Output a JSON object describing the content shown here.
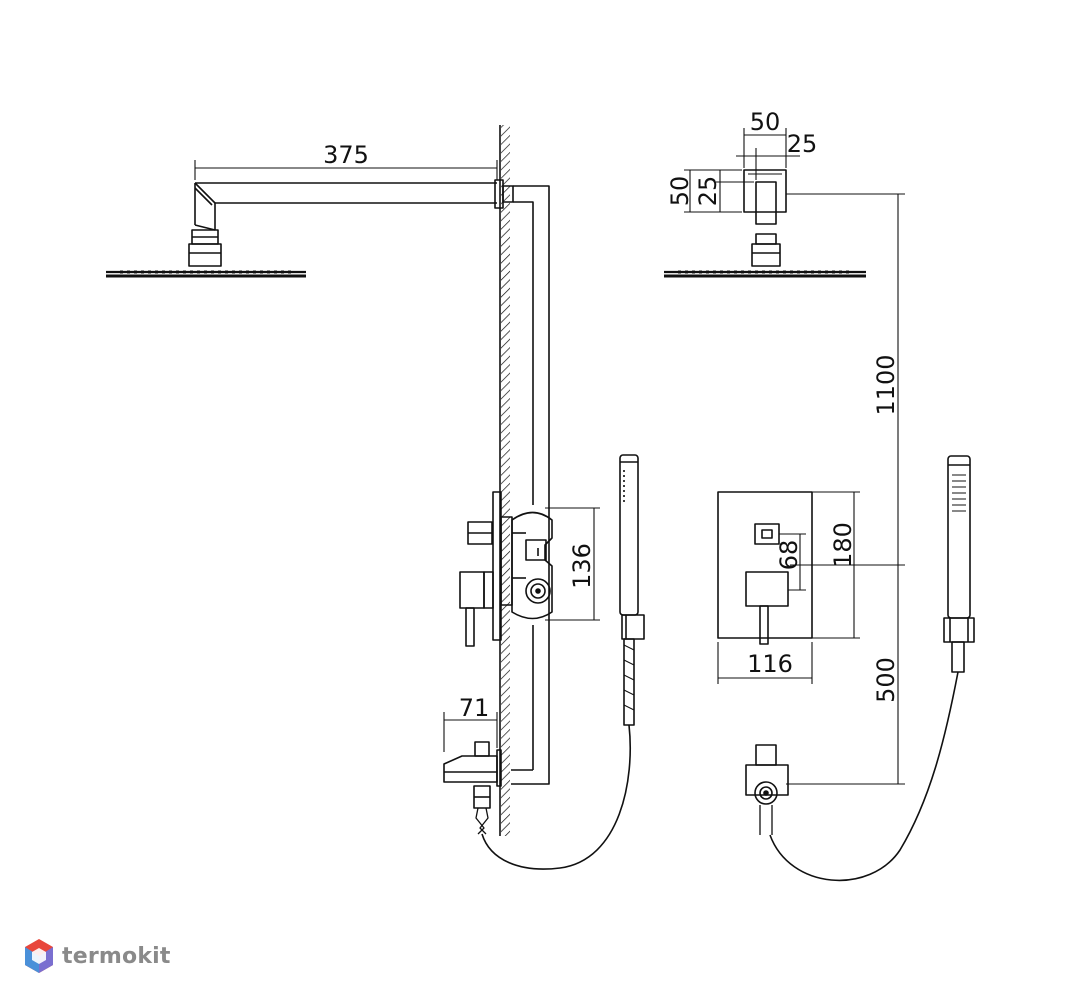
{
  "dimensions": {
    "arm_length": "375",
    "flange_width": "50",
    "flange_inner": "25",
    "flange_height": "50",
    "flange_inner_height": "25",
    "head_height": "1100",
    "mixer_height": "136",
    "panel_height": "180",
    "knob_offset": "68",
    "panel_width": "116",
    "outlet_height": "500",
    "spout_projection": "71"
  },
  "brand": {
    "name": "termokit",
    "text_color": "#8a8a8a",
    "logo_colors": [
      "#e8463c",
      "#4a90d9",
      "#7a6fd0"
    ]
  },
  "colors": {
    "line": "#111111",
    "background": "#ffffff"
  }
}
